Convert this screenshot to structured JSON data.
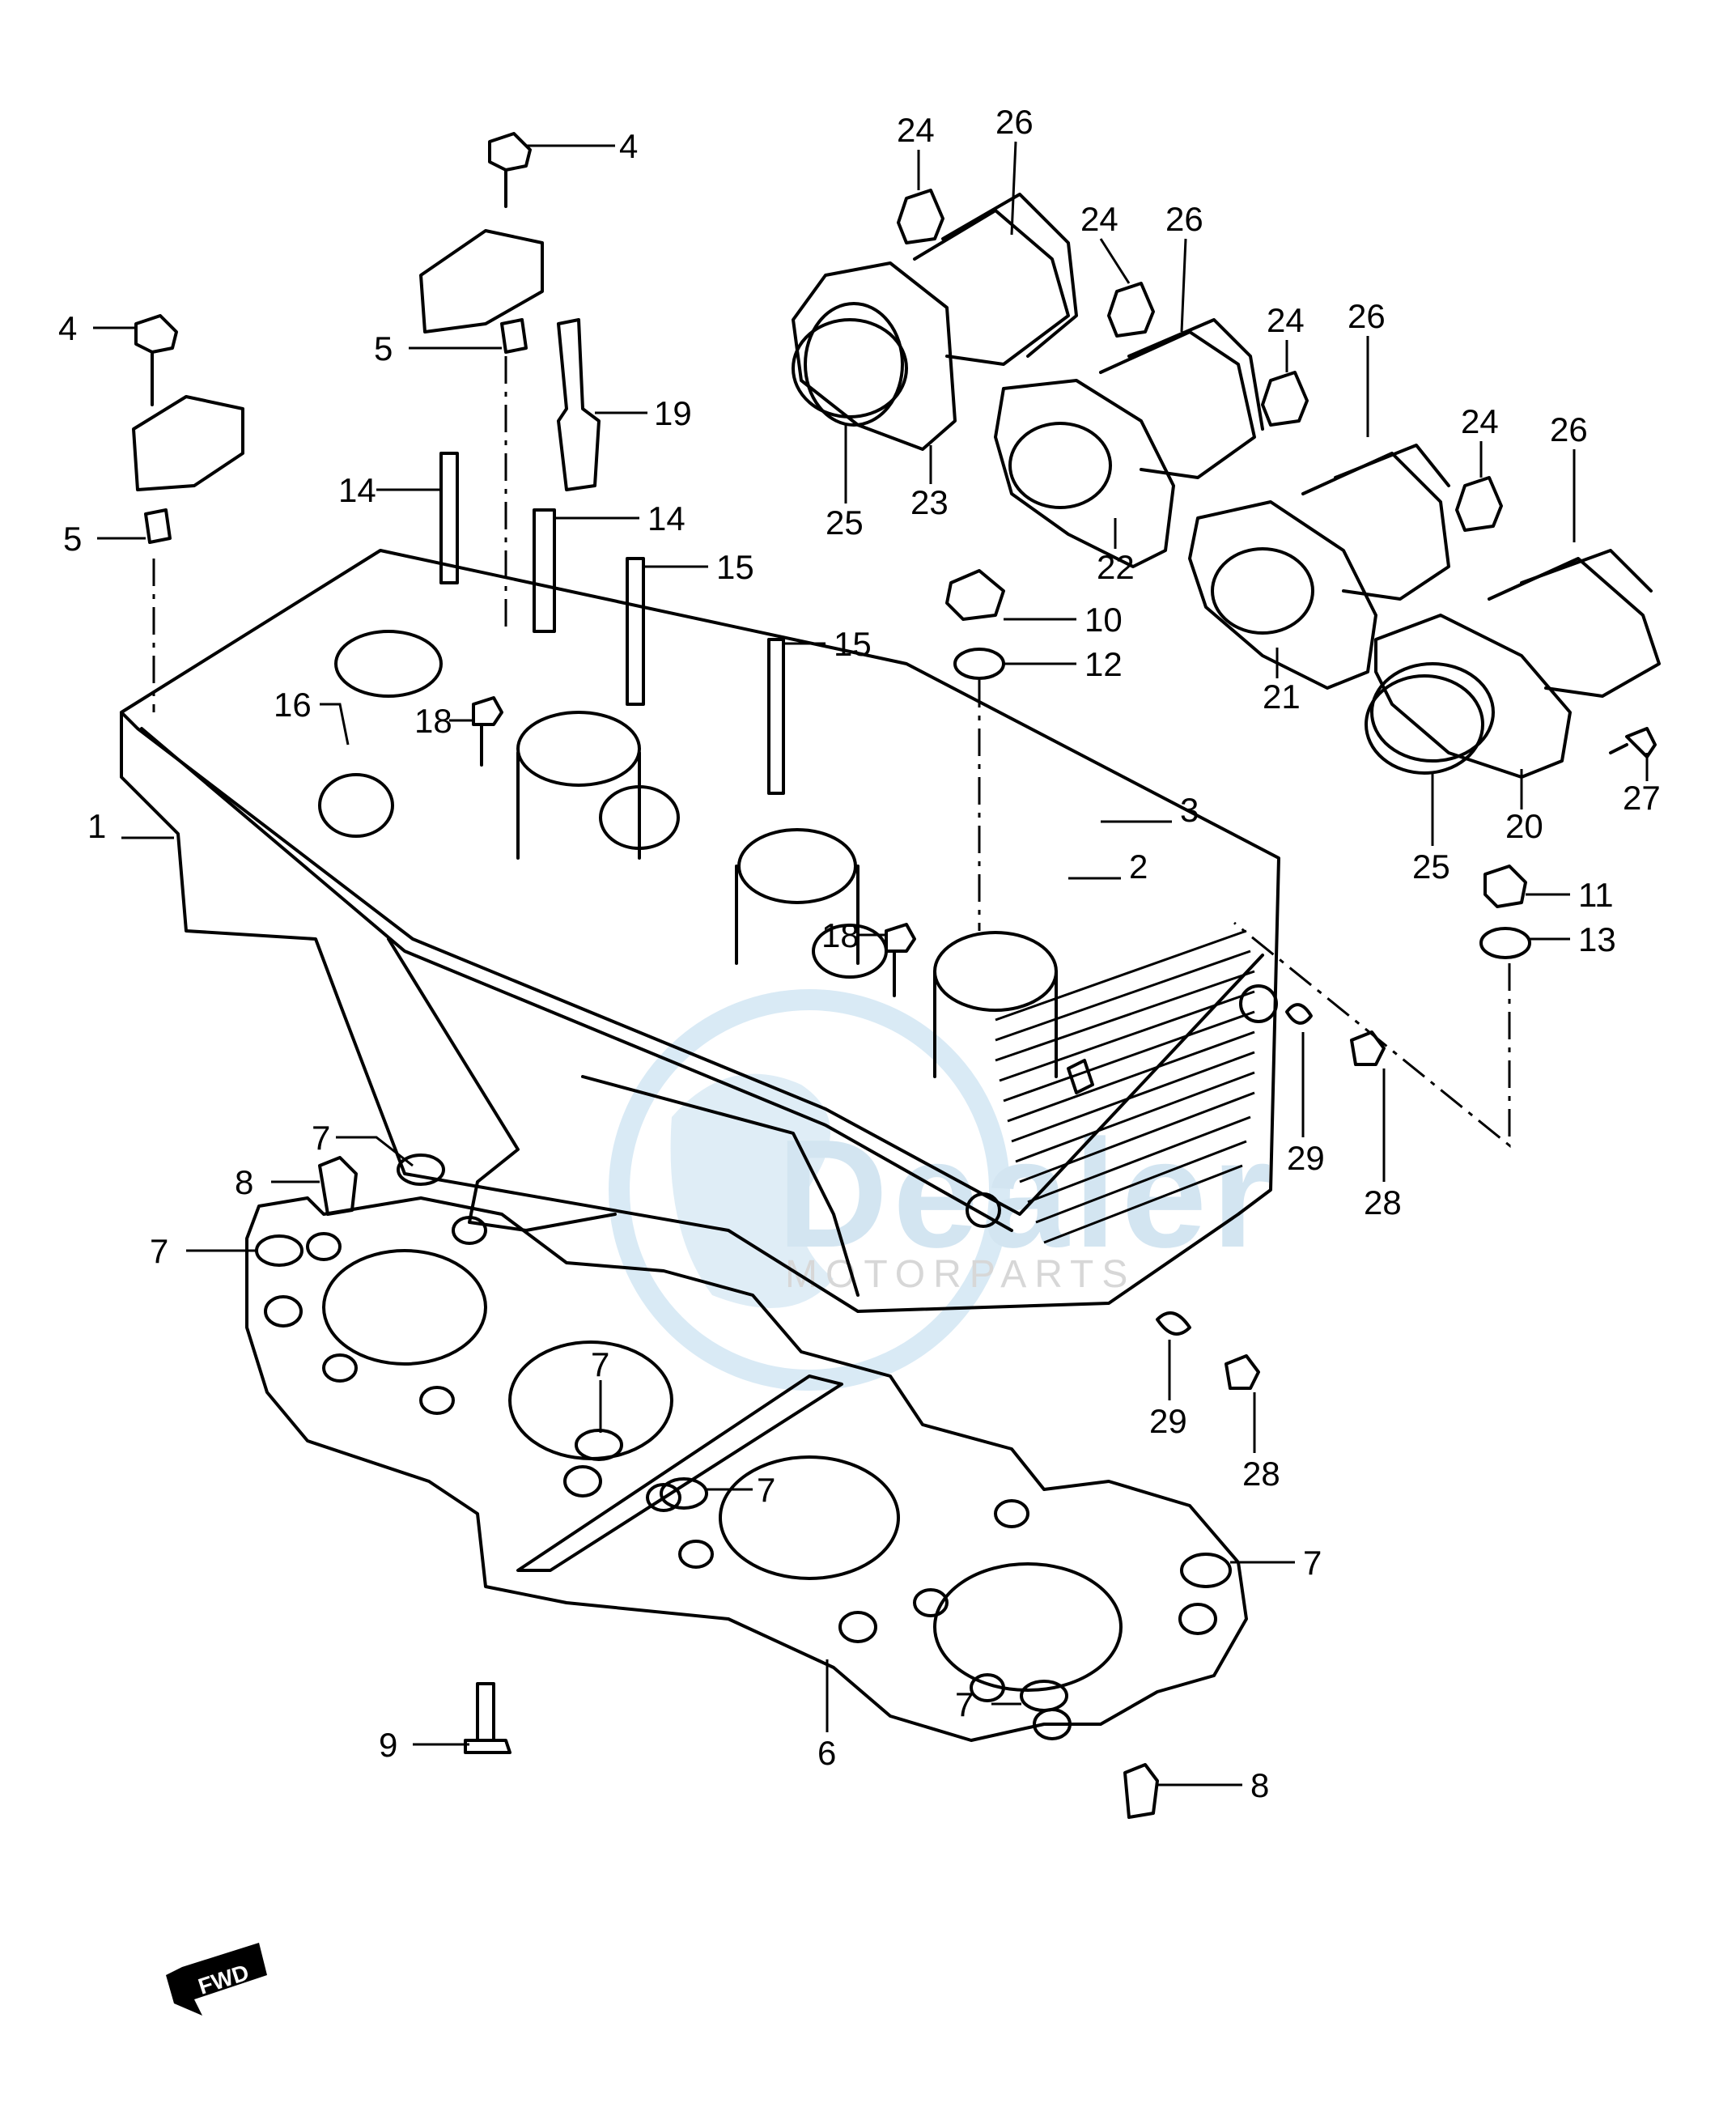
{
  "diagram": {
    "watermark": {
      "text": "Dealer",
      "sub_text": "MOTORPARTS"
    },
    "direction_badge": "FWD",
    "callouts": [
      {
        "id": "c1",
        "label": "1"
      },
      {
        "id": "c2",
        "label": "2"
      },
      {
        "id": "c3",
        "label": "3"
      },
      {
        "id": "c4a",
        "label": "4"
      },
      {
        "id": "c4b",
        "label": "4"
      },
      {
        "id": "c5a",
        "label": "5"
      },
      {
        "id": "c5b",
        "label": "5"
      },
      {
        "id": "c6",
        "label": "6"
      },
      {
        "id": "c7a",
        "label": "7"
      },
      {
        "id": "c7b",
        "label": "7"
      },
      {
        "id": "c7c",
        "label": "7"
      },
      {
        "id": "c7d",
        "label": "7"
      },
      {
        "id": "c7e",
        "label": "7"
      },
      {
        "id": "c7f",
        "label": "7"
      },
      {
        "id": "c8a",
        "label": "8"
      },
      {
        "id": "c8b",
        "label": "8"
      },
      {
        "id": "c9",
        "label": "9"
      },
      {
        "id": "c10",
        "label": "10"
      },
      {
        "id": "c11",
        "label": "11"
      },
      {
        "id": "c12",
        "label": "12"
      },
      {
        "id": "c13",
        "label": "13"
      },
      {
        "id": "c14a",
        "label": "14"
      },
      {
        "id": "c14b",
        "label": "14"
      },
      {
        "id": "c15a",
        "label": "15"
      },
      {
        "id": "c15b",
        "label": "15"
      },
      {
        "id": "c16",
        "label": "16"
      },
      {
        "id": "c18a",
        "label": "18"
      },
      {
        "id": "c18b",
        "label": "18"
      },
      {
        "id": "c19",
        "label": "19"
      },
      {
        "id": "c20",
        "label": "20"
      },
      {
        "id": "c21",
        "label": "21"
      },
      {
        "id": "c22",
        "label": "22"
      },
      {
        "id": "c23",
        "label": "23"
      },
      {
        "id": "c24a",
        "label": "24"
      },
      {
        "id": "c24b",
        "label": "24"
      },
      {
        "id": "c24c",
        "label": "24"
      },
      {
        "id": "c24d",
        "label": "24"
      },
      {
        "id": "c25a",
        "label": "25"
      },
      {
        "id": "c25b",
        "label": "25"
      },
      {
        "id": "c26a",
        "label": "26"
      },
      {
        "id": "c26b",
        "label": "26"
      },
      {
        "id": "c26c",
        "label": "26"
      },
      {
        "id": "c26d",
        "label": "26"
      },
      {
        "id": "c27",
        "label": "27"
      },
      {
        "id": "c28a",
        "label": "28"
      },
      {
        "id": "c28b",
        "label": "28"
      },
      {
        "id": "c29a",
        "label": "29"
      },
      {
        "id": "c29b",
        "label": "29"
      }
    ]
  }
}
